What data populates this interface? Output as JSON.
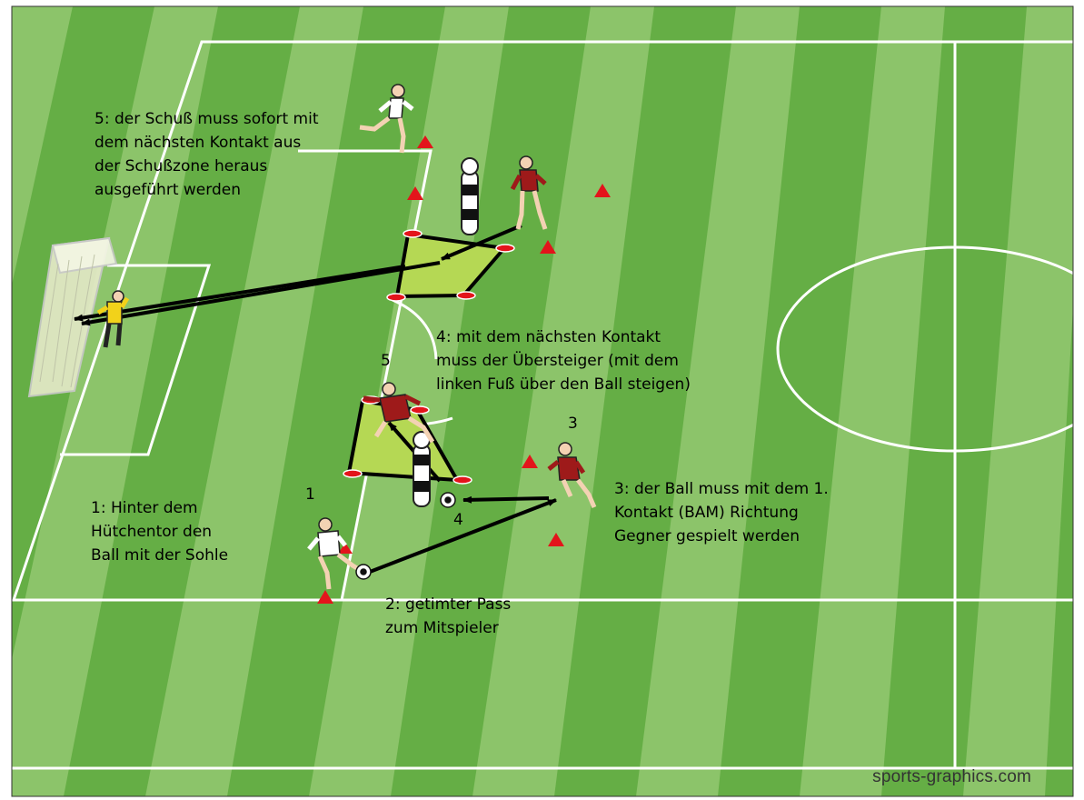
{
  "notes": {
    "n5": [
      "5: der Schuß muss sofort mit",
      "dem nächsten Kontakt aus",
      "der Schußzone heraus",
      "ausgeführt werden"
    ],
    "n4": [
      "4: mit dem nächsten Kontakt",
      "muss der Übersteiger (mit dem",
      "linken Fuß über den Ball steigen)"
    ],
    "n1": [
      "1: Hinter dem",
      "Hütchentor den",
      "Ball mit der Sohle"
    ],
    "n3": [
      "3: der Ball muss mit dem 1.",
      "Kontakt (BAM) Richtung",
      "Gegner gespielt werden"
    ],
    "n2": [
      "2: getimter Pass",
      "zum Mitspieler"
    ]
  },
  "numbers": {
    "five": "5",
    "three": "3",
    "one": "1",
    "four": "4"
  },
  "watermark": "sports-graphics.com",
  "colors": {
    "grass_light": "#8cc46a",
    "grass_dark": "#5faa3e",
    "zone": "#b5d854",
    "cone": "#e3141b",
    "attacker_shirt": "#9e1a1a",
    "keeper_shirt": "#f2d21a"
  }
}
